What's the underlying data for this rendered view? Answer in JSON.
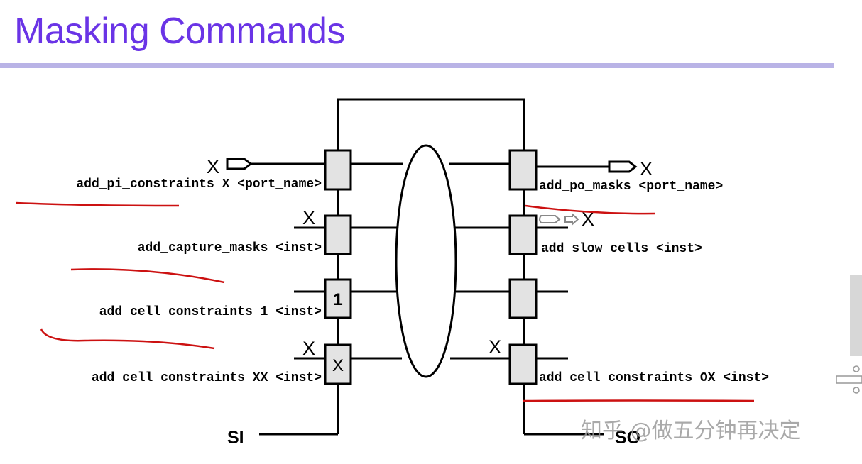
{
  "slide": {
    "title": "Masking Commands"
  },
  "diagram": {
    "labels": {
      "pi": "add_pi_constraints X <port_name>",
      "capture": "add_capture_masks <inst>",
      "cell1": "add_cell_constraints 1 <inst>",
      "cellxx": "add_cell_constraints XX <inst>",
      "po": "add_po_masks <port_name>",
      "slow": "add_slow_cells <inst>",
      "cellox": "add_cell_constraints OX <inst>"
    },
    "x_marks": {
      "pi": "X",
      "capture": "X",
      "cellxx": "X",
      "po": "X",
      "slow": "X",
      "cellox": "X"
    },
    "cell_values": {
      "cell1": "1",
      "cellxx": "X"
    },
    "ports": {
      "scan_in": "SI",
      "scan_out": "SO"
    },
    "colors": {
      "title": "#6a34e6",
      "rule": "#b9b3e6",
      "cell_fill": "#e3e3e3",
      "underline": "#cc1111",
      "watermark": "#9a9a9a"
    }
  },
  "watermark": "知乎 @做五分钟再决定"
}
